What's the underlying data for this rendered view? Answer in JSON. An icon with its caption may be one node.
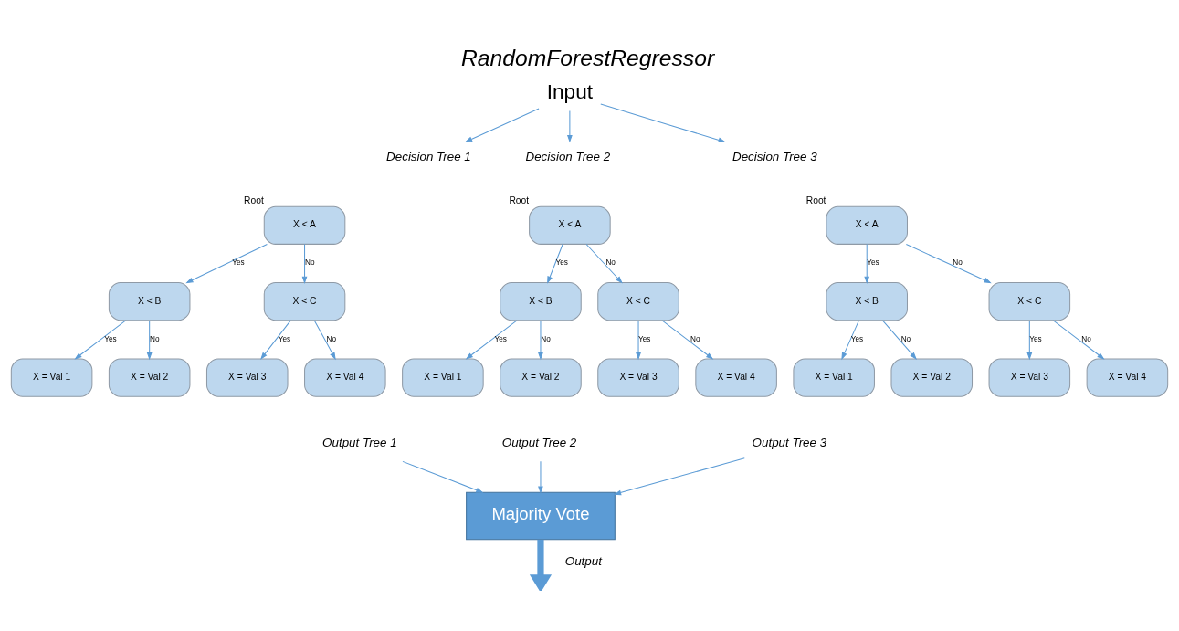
{
  "diagram": {
    "title": "RandomForestRegressor",
    "nodes": [
      {
        "text": [
          "Input"
        ]
      },
      {
        "text": [
          "Decision Tree 1"
        ]
      },
      {
        "text": [
          "Decision Tree 2"
        ]
      },
      {
        "text": [
          "Decision Tree 3"
        ]
      },
      {
        "text": [
          "X < A"
        ],
        "beside": [
          "Root"
        ]
      },
      {
        "text": [
          "X < B"
        ]
      },
      {
        "text": [
          "X < C"
        ]
      },
      {
        "text": [
          "X = Val 1"
        ]
      },
      {
        "text": [
          "X = Val 2"
        ]
      },
      {
        "text": [
          "X = Val 3"
        ]
      },
      {
        "text": [
          "X = Val 4"
        ]
      },
      {
        "text": [
          "X < A"
        ],
        "beside": [
          "Root"
        ]
      },
      {
        "text": [
          "X < B"
        ]
      },
      {
        "text": [
          "X < C"
        ]
      },
      {
        "text": [
          "X = Val 1"
        ]
      },
      {
        "text": [
          "X = Val 2"
        ]
      },
      {
        "text": [
          "X = Val 3"
        ]
      },
      {
        "text": [
          "X = Val 4"
        ]
      },
      {
        "text": [
          "X < A"
        ],
        "beside": [
          "Root"
        ]
      },
      {
        "text": [
          "X < B"
        ]
      },
      {
        "text": [
          "X < C"
        ]
      },
      {
        "text": [
          "X = Val 1"
        ]
      },
      {
        "text": [
          "X = Val 2"
        ]
      },
      {
        "text": [
          "X = Val 3"
        ]
      },
      {
        "text": [
          "X = Val 4"
        ]
      },
      {
        "text": [
          "Output Tree 1"
        ]
      },
      {
        "text": [
          "Output Tree 2"
        ]
      },
      {
        "text": [
          "Output Tree 3"
        ]
      },
      {
        "text": [
          "Majority Vote"
        ]
      }
    ],
    "edges": [
      {
        "from": 0,
        "to": 1,
        "arrow": "to"
      },
      {
        "from": 0,
        "to": 2,
        "arrow": "to"
      },
      {
        "from": 0,
        "to": 3,
        "arrow": "to"
      },
      {
        "from": 4,
        "to": 5,
        "arrow": "to",
        "label": "Yes"
      },
      {
        "from": 4,
        "to": 6,
        "arrow": "to",
        "label": "No"
      },
      {
        "from": 5,
        "to": 7,
        "arrow": "to",
        "label": "Yes"
      },
      {
        "from": 5,
        "to": 8,
        "arrow": "to",
        "label": "No"
      },
      {
        "from": 6,
        "to": 9,
        "arrow": "to",
        "label": "Yes"
      },
      {
        "from": 6,
        "to": 10,
        "arrow": "to",
        "label": "No"
      },
      {
        "from": 11,
        "to": 12,
        "arrow": "to",
        "label": "Yes"
      },
      {
        "from": 11,
        "to": 13,
        "arrow": "to",
        "label": "No"
      },
      {
        "from": 12,
        "to": 14,
        "arrow": "to",
        "label": "Yes"
      },
      {
        "from": 12,
        "to": 15,
        "arrow": "to",
        "label": "No"
      },
      {
        "from": 13,
        "to": 16,
        "arrow": "to",
        "label": "Yes"
      },
      {
        "from": 13,
        "to": 17,
        "arrow": "to",
        "label": "No"
      },
      {
        "from": 18,
        "to": 19,
        "arrow": "to",
        "label": "Yes"
      },
      {
        "from": 18,
        "to": 20,
        "arrow": "to",
        "label": "No"
      },
      {
        "from": 19,
        "to": 21,
        "arrow": "to",
        "label": "Yes"
      },
      {
        "from": 19,
        "to": 22,
        "arrow": "to",
        "label": "No"
      },
      {
        "from": 20,
        "to": 23,
        "arrow": "to",
        "label": "Yes"
      },
      {
        "from": 20,
        "to": 24,
        "arrow": "to",
        "label": "No"
      },
      {
        "from": 25,
        "to": 28,
        "arrow": "to"
      },
      {
        "from": 26,
        "to": 28,
        "arrow": "to"
      },
      {
        "from": 27,
        "to": 28,
        "arrow": "to"
      },
      {
        "from": 28,
        "to": null,
        "arrow": "to",
        "label": "Output",
        "style": "thick"
      }
    ]
  }
}
